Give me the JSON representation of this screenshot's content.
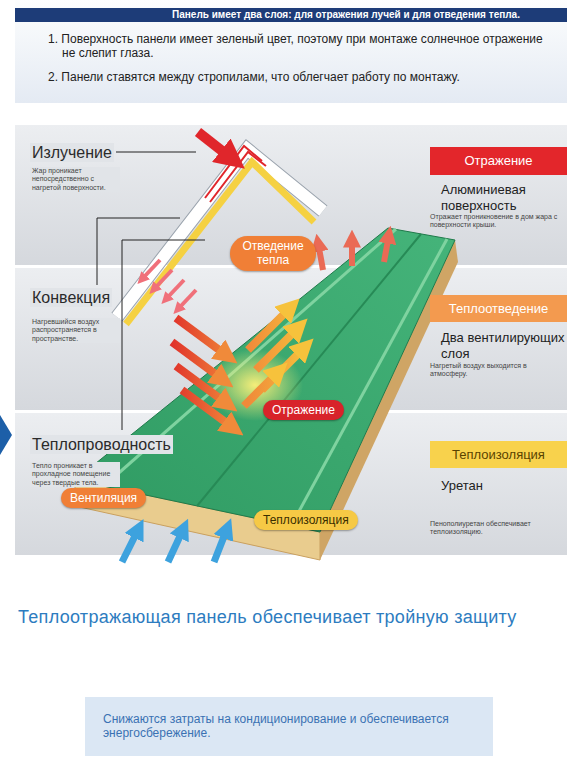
{
  "diagram": {
    "title": "Панель имеет два слоя: для отражения лучей и для отведения тепла.",
    "caption": "Теплоотражающая панель обеспечивает тройную защиту",
    "nodes": [
      {
        "text": [
          "1. Поверхность панели имеет зеленый цвет, поэтому при монтаже солнечное отражение не слепит глаза.",
          "2. Панели ставятся между стропилами, что облегчает работу по монтажу."
        ]
      },
      {
        "text": [
          "Излучение",
          "Жар проникает непосредственно с нагретой поверхности.",
          "Алюминиевая поверхность",
          "Отражает проникновение в дом жара с поверхности крыши."
        ]
      },
      {
        "text": [
          "Отражение"
        ],
        "in": 1
      },
      {
        "text": [
          "Конвекция",
          "Нагревшийся воздух распространяется в пространстве.",
          "Два вентилирующих слоя",
          "Нагретый воздух выходится в атмосферу."
        ]
      },
      {
        "text": [
          "Теплоотведение"
        ],
        "in": 3
      },
      {
        "text": [
          "Теплопроводность",
          "Тепло проникает в прохладное помещение через твердые тела.",
          "Уретан",
          "Пенополиуретан обеспечивает теплоизоляцию."
        ]
      },
      {
        "text": [
          "Теплоизоляция"
        ],
        "in": 5
      },
      {
        "text": [
          "Отведение тепла"
        ]
      },
      {
        "text": [
          "Отражение"
        ]
      },
      {
        "text": [
          "Вентиляция"
        ]
      },
      {
        "text": [
          "Теплоизоляция"
        ]
      },
      {
        "text": [
          "Снижаются затраты на кондиционирование и обеспечивается энергосбережение."
        ]
      }
    ]
  }
}
